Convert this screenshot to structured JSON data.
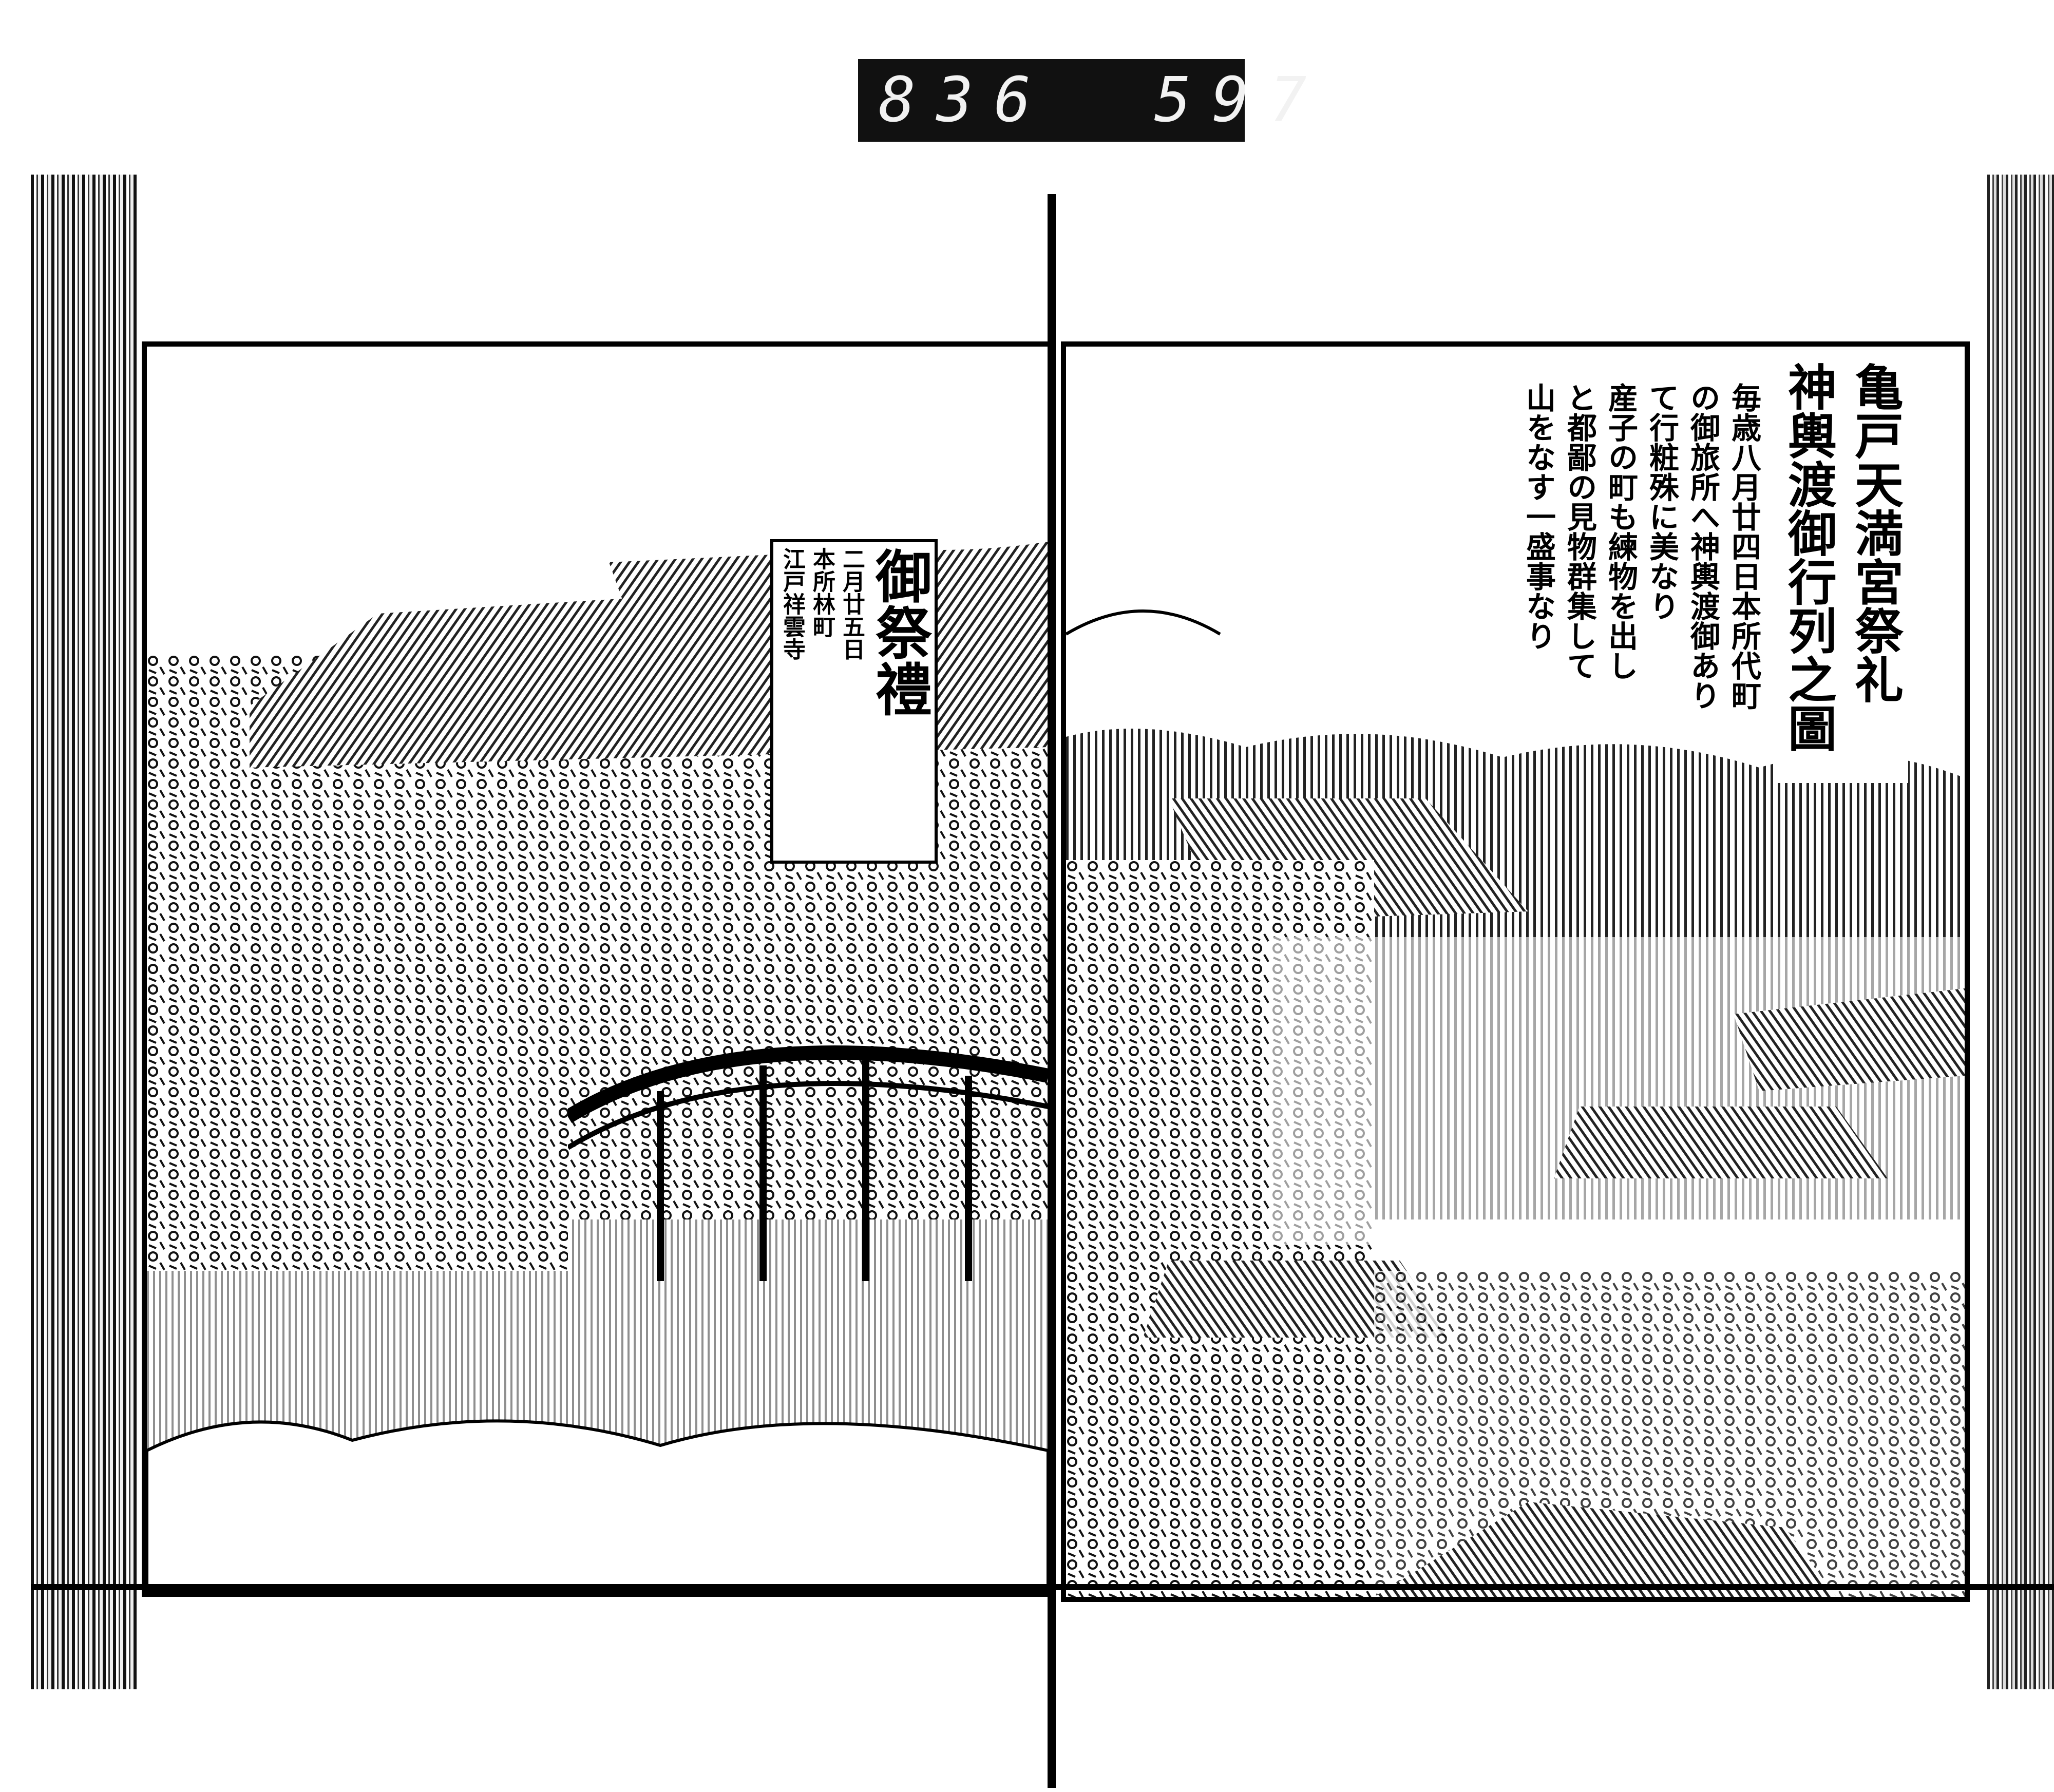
{
  "catalog_label": {
    "left_number": "836",
    "right_number": "597"
  },
  "title": {
    "line1": "亀戸天満宮祭礼",
    "line2": "神輿渡御行列之圖"
  },
  "body_text": [
    "毎歳八月廿四日本所代町",
    "の御旅所へ神輿渡御あり",
    "て行粧殊に美なり",
    "産子の町も練物を出し",
    "と都鄙の見物群集して",
    "山をなす一盛事なり"
  ],
  "banner": {
    "main": "御祭禮",
    "date": "二月廿五日",
    "sub_left": "江戸祥雲寺",
    "sub_right": "本所林町"
  }
}
